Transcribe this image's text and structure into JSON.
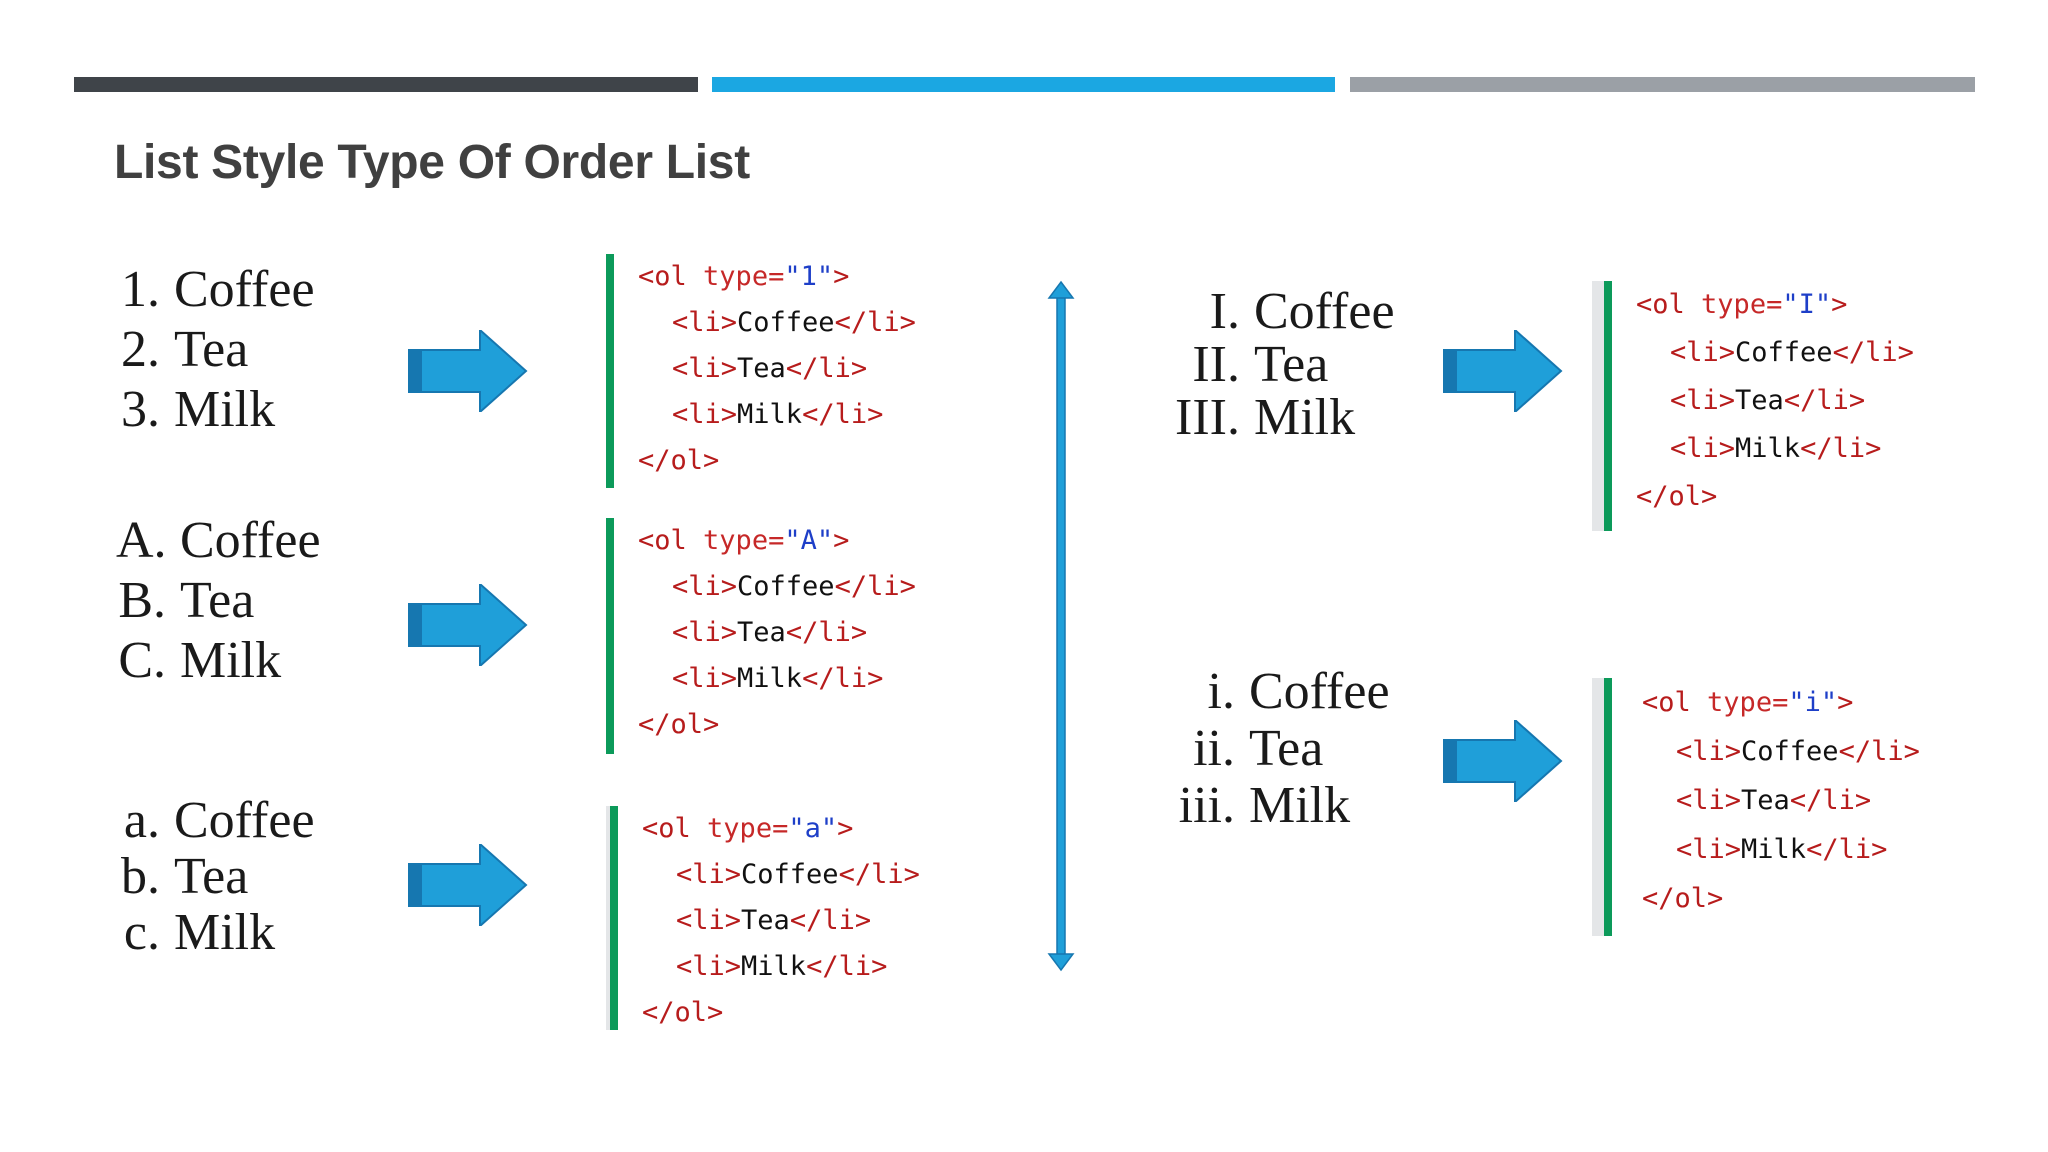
{
  "title": "List Style Type Of Order List",
  "colors": {
    "bar_dark": "#3f4449",
    "bar_blue": "#1ba7e2",
    "bar_grey": "#9ba0a6",
    "code_border": "#0c9a5a",
    "arrow": "#1f9fd9"
  },
  "icons": [
    "right-arrow-icon",
    "double-headed-arrow-icon"
  ],
  "rendered_lists": [
    {
      "markers": [
        "1.",
        "2.",
        "3."
      ],
      "items": [
        "Coffee",
        "Tea",
        "Milk"
      ]
    },
    {
      "markers": [
        "A.",
        "B.",
        "C."
      ],
      "items": [
        "Coffee",
        "Tea",
        "Milk"
      ]
    },
    {
      "markers": [
        "a.",
        "b.",
        "c."
      ],
      "items": [
        "Coffee",
        "Tea",
        "Milk"
      ]
    },
    {
      "markers": [
        "I.",
        "II.",
        "III."
      ],
      "items": [
        "Coffee",
        "Tea",
        "Milk"
      ]
    },
    {
      "markers": [
        "i.",
        "ii.",
        "iii."
      ],
      "items": [
        "Coffee",
        "Tea",
        "Milk"
      ]
    }
  ],
  "code_blocks": [
    {
      "open_tag": "<ol",
      "attr": "type=",
      "type_value": "\"1\"",
      "close_bracket": ">",
      "items": [
        "Coffee",
        "Tea",
        "Milk"
      ],
      "li_open": "<li>",
      "li_close": "</li>",
      "ol_close": "</ol>"
    },
    {
      "open_tag": "<ol",
      "attr": "type=",
      "type_value": "\"A\"",
      "close_bracket": ">",
      "items": [
        "Coffee",
        "Tea",
        "Milk"
      ],
      "li_open": "<li>",
      "li_close": "</li>",
      "ol_close": "</ol>"
    },
    {
      "open_tag": "<ol",
      "attr": "type=",
      "type_value": "\"a\"",
      "close_bracket": ">",
      "items": [
        "Coffee",
        "Tea",
        "Milk"
      ],
      "li_open": "<li>",
      "li_close": "</li>",
      "ol_close": "</ol>"
    },
    {
      "open_tag": "<ol",
      "attr": "type=",
      "type_value": "\"I\"",
      "close_bracket": ">",
      "items": [
        "Coffee",
        "Tea",
        "Milk"
      ],
      "li_open": "<li>",
      "li_close": "</li>",
      "ol_close": "</ol>"
    },
    {
      "open_tag": "<ol",
      "attr": "type=",
      "type_value": "\"i\"",
      "close_bracket": ">",
      "items": [
        "Coffee",
        "Tea",
        "Milk"
      ],
      "li_open": "<li>",
      "li_close": "</li>",
      "ol_close": "</ol>"
    }
  ]
}
